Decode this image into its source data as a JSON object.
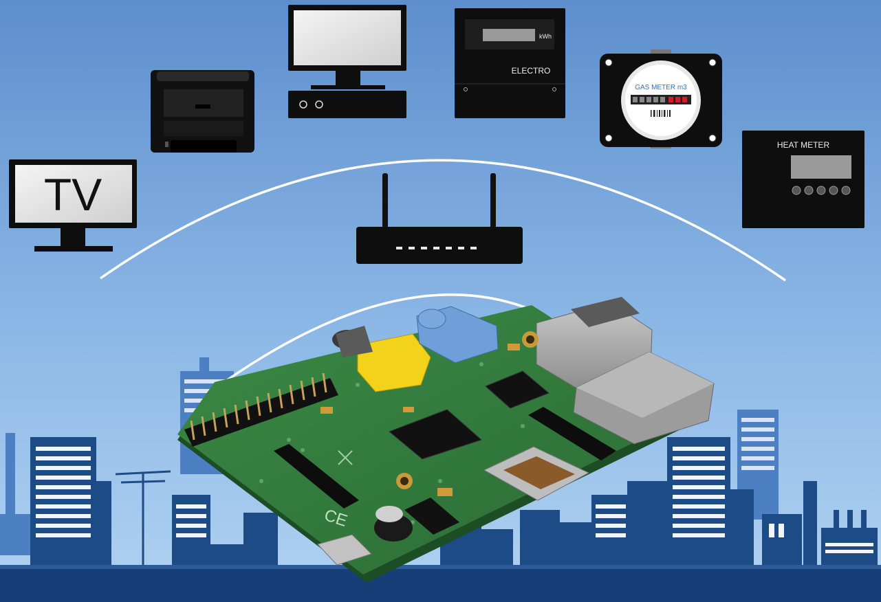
{
  "devices": {
    "tv": {
      "label": "TV"
    },
    "printer": {
      "label": ""
    },
    "computer": {
      "label": ""
    },
    "electricity_meter": {
      "unit": "kWh",
      "label": "ELECTRO"
    },
    "gas_meter": {
      "label": "GAS METER m3"
    },
    "heat_meter": {
      "label": "HEAT METER"
    },
    "router": {
      "label": ""
    }
  },
  "board": {
    "markings": [
      "CE"
    ]
  },
  "colors": {
    "sky_top": "#5f8fcf",
    "sky_bottom": "#a9cdf1",
    "device_body": "#0d0d0d",
    "screen": "#e6e6e6",
    "pcb": "#2f7a3a",
    "buildings_dark": "#1f4f8a",
    "buildings_light": "#4a7dbf",
    "ground": "#16407a",
    "gas_red": "#d21b2a",
    "hdmi_gold": "#8a5a2b",
    "rca_yellow": "#f2d21a",
    "audio_blue": "#6e9fd8"
  }
}
